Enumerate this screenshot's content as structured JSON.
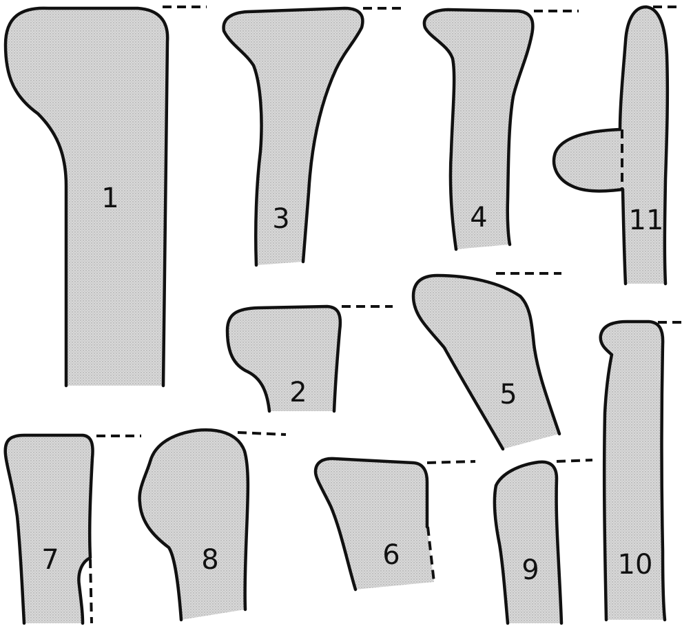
{
  "figures": [
    {
      "id": "1",
      "label": "1"
    },
    {
      "id": "2",
      "label": "2"
    },
    {
      "id": "3",
      "label": "3"
    },
    {
      "id": "4",
      "label": "4"
    },
    {
      "id": "5",
      "label": "5"
    },
    {
      "id": "6",
      "label": "6"
    },
    {
      "id": "7",
      "label": "7"
    },
    {
      "id": "8",
      "label": "8"
    },
    {
      "id": "9",
      "label": "9"
    },
    {
      "id": "10",
      "label": "10"
    },
    {
      "id": "11",
      "label": "11"
    }
  ]
}
